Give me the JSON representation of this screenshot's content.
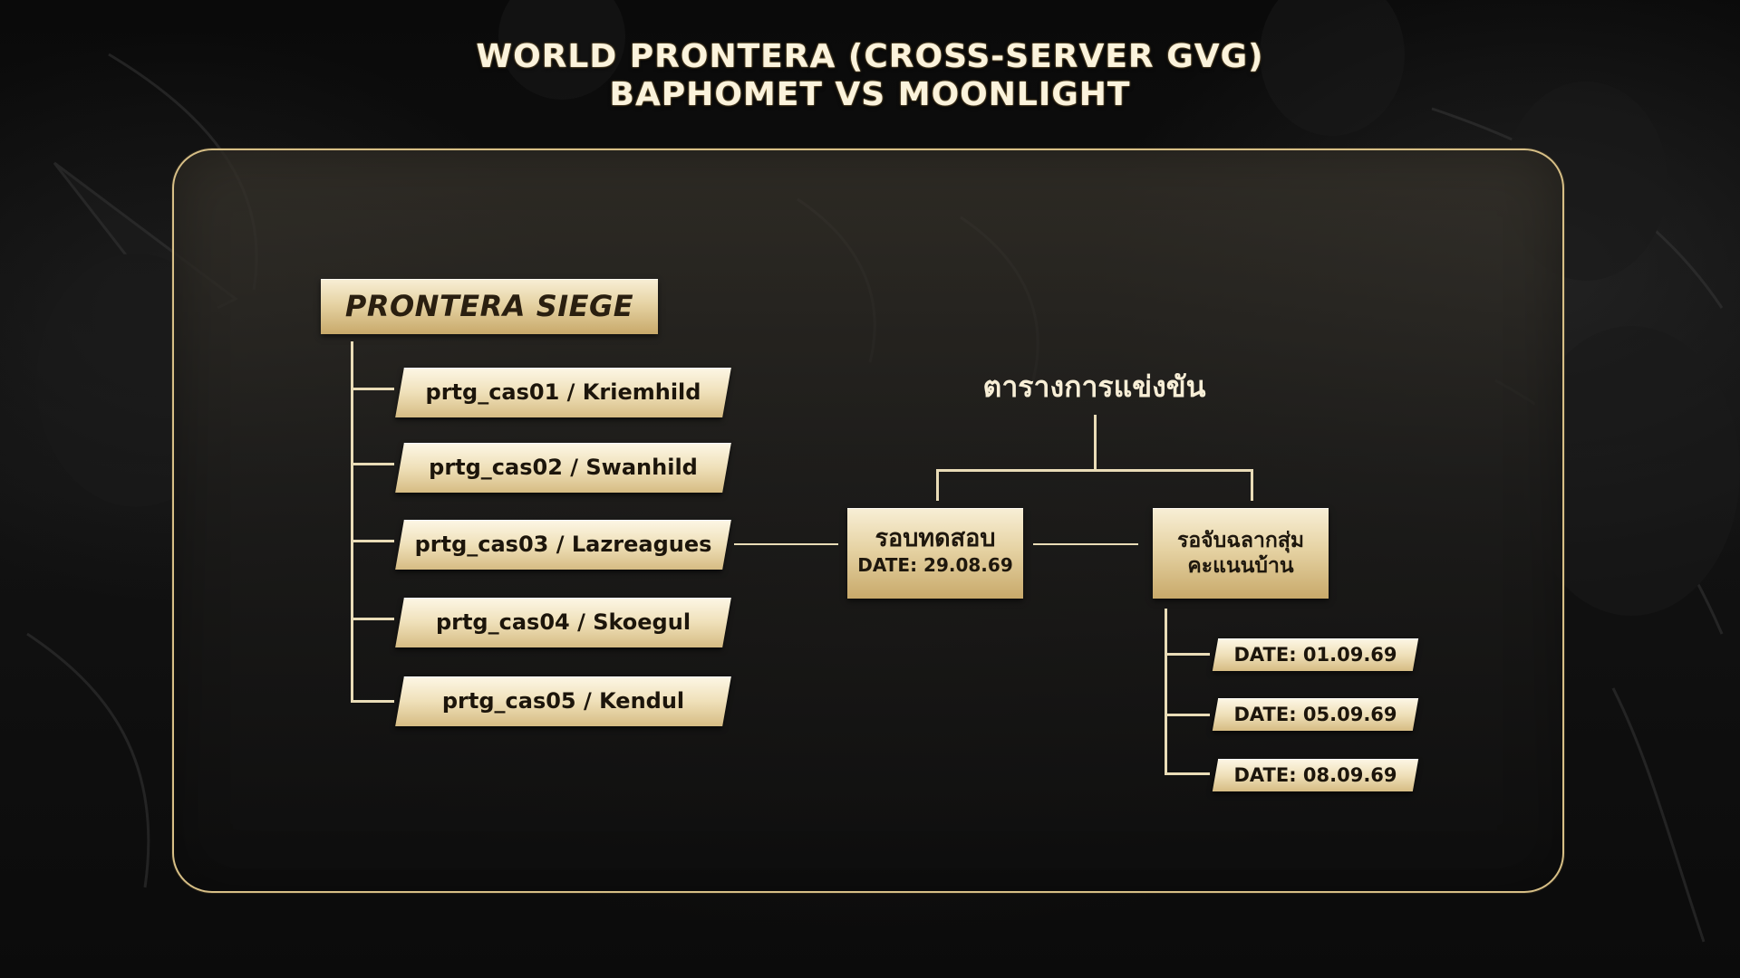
{
  "header": {
    "title_line1": "WORLD PRONTERA (CROSS-SERVER GVG)",
    "title_line2": "BAPHOMET VS MOONLIGHT"
  },
  "siege": {
    "title": "PRONTERA SIEGE",
    "castles": [
      "prtg_cas01 / Kriemhild",
      "prtg_cas02 / Swanhild",
      "prtg_cas03 / Lazreagues",
      "prtg_cas04 / Skoegul",
      "prtg_cas05 / Kendul"
    ]
  },
  "schedule": {
    "title": "ตารางการแข่งขัน",
    "trial_round": {
      "label": "รอบทดสอบ",
      "date": "DATE: 29.08.69"
    },
    "draw": {
      "line1": "รอจับฉลากสุ่ม",
      "line2": "คะแนนบ้าน"
    },
    "dates": [
      "DATE: 01.09.69",
      "DATE: 05.09.69",
      "DATE: 08.09.69"
    ]
  },
  "colors": {
    "accent_gold": "#d7bf86",
    "box_gold_light": "#f8efd6",
    "box_gold_dark": "#c8a96a",
    "text_dark": "#1e170d"
  }
}
